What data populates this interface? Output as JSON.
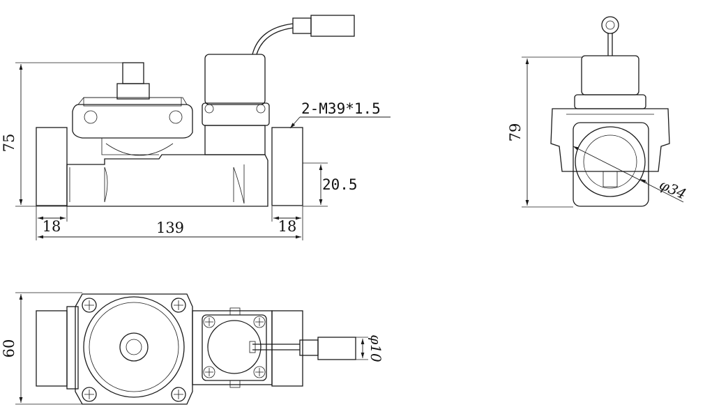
{
  "front_view": {
    "height": "75",
    "length": "139",
    "thread_left": "18",
    "thread_right": "18",
    "port_height": "20.5",
    "thread_spec": "2-M39*1.5"
  },
  "side_view": {
    "height": "79",
    "diameter": "φ34"
  },
  "top_view": {
    "width": "60",
    "cable_diameter": "φ10"
  }
}
